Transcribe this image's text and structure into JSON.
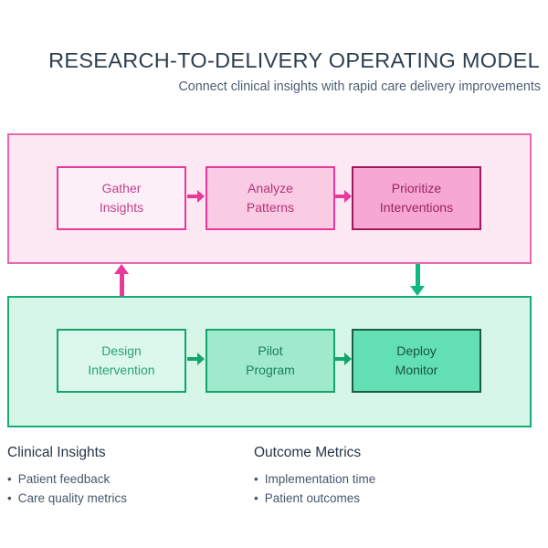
{
  "header": {
    "title": "RESEARCH-TO-DELIVERY OPERATING MODEL",
    "subtitle": "Connect clinical insights with rapid care delivery improvements"
  },
  "research_band": {
    "steps": [
      {
        "label": "Gather\nInsights"
      },
      {
        "label": "Analyze\nPatterns"
      },
      {
        "label": "Prioritize\nInterventions"
      }
    ]
  },
  "delivery_band": {
    "steps": [
      {
        "label": "Design\nIntervention"
      },
      {
        "label": "Pilot\nProgram"
      },
      {
        "label": "Deploy\nMonitor"
      }
    ]
  },
  "footer": {
    "columns": [
      {
        "heading": "Clinical Insights",
        "items": [
          "Patient feedback",
          "Care quality metrics"
        ]
      },
      {
        "heading": "Outcome Metrics",
        "items": [
          "Implementation time",
          "Patient outcomes"
        ]
      }
    ]
  },
  "colors": {
    "title_text": "#2d3e50",
    "subtitle_text": "#4e5e76",
    "pink_accent": "#e8399a",
    "pink_band_bg": "#fce9f4",
    "pink_band_border": "#e868ad",
    "pink_step_bgs": [
      "#fdeff7",
      "#f9cce4",
      "#f6a7d3"
    ],
    "pink_final_border": "#a5185e",
    "green_accent": "#10b981",
    "green_band_bg": "#d6f6e7",
    "green_band_border": "#13ad76",
    "green_step_bgs": [
      "#dcf8ec",
      "#9fe9cc",
      "#62dfb4"
    ],
    "green_final_border": "#1f5c46",
    "legend_text": "#47566c"
  }
}
